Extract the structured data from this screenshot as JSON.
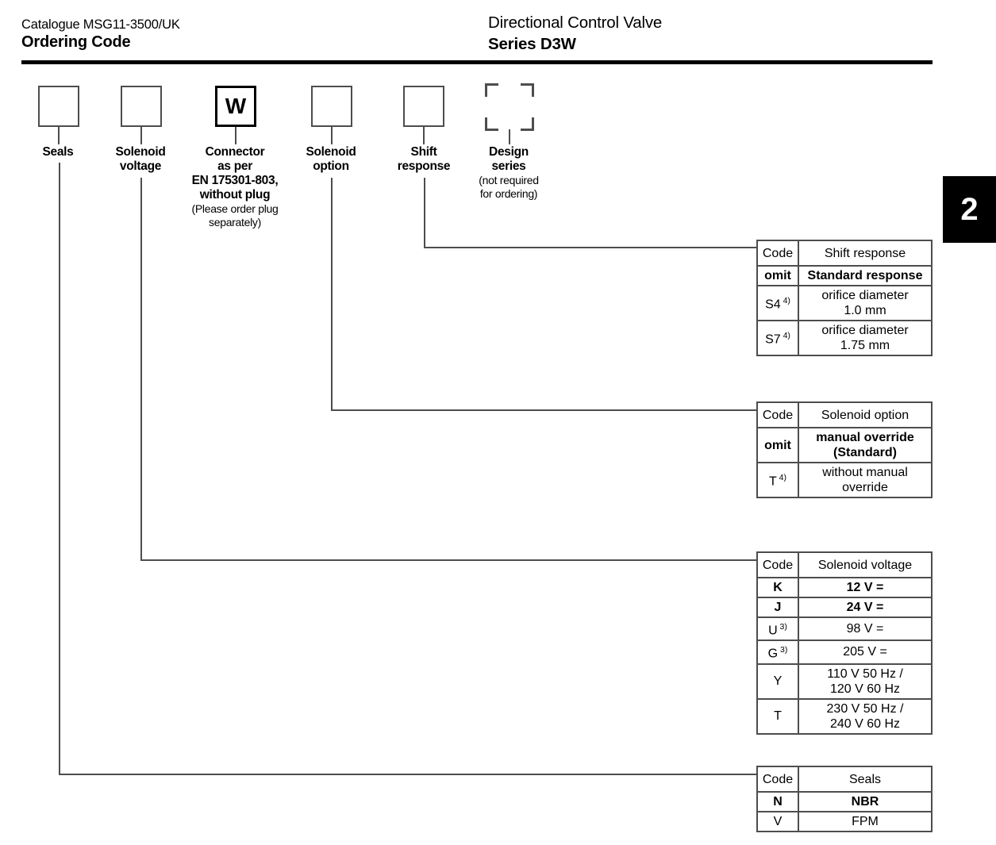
{
  "header": {
    "catalogue": "Catalogue MSG11-3500/UK",
    "title": "Ordering Code",
    "product": "Directional Control Valve",
    "series": "Series D3W"
  },
  "page_marker": "2",
  "code_boxes": [
    {
      "name": "seals",
      "value": ""
    },
    {
      "name": "solenoid-voltage",
      "value": ""
    },
    {
      "name": "connector",
      "value": "W"
    },
    {
      "name": "solenoid-option",
      "value": ""
    },
    {
      "name": "shift-response",
      "value": ""
    },
    {
      "name": "design-series",
      "value": ""
    }
  ],
  "column_labels": {
    "seals": "Seals",
    "solenoid_voltage_l1": "Solenoid",
    "solenoid_voltage_l2": "voltage",
    "connector_l1": "Connector",
    "connector_l2": "as per",
    "connector_l3": "EN 175301-803,",
    "connector_l4": "without plug",
    "connector_note_l1": "(Please order plug",
    "connector_note_l2": "separately)",
    "solenoid_option_l1": "Solenoid",
    "solenoid_option_l2": "option",
    "shift_response_l1": "Shift",
    "shift_response_l2": "response",
    "design_series_l1": "Design",
    "design_series_l2": "series",
    "design_series_note_l1": "(not required",
    "design_series_note_l2": "for ordering)"
  },
  "tables": {
    "shift_response": {
      "headers": [
        "Code",
        "Shift response"
      ],
      "rows": [
        {
          "code": "omit",
          "code_sup": "",
          "desc": "Standard response",
          "bold": true
        },
        {
          "code": "S4",
          "code_sup": "4)",
          "desc": "orifice diameter\n1.0 mm",
          "bold": false
        },
        {
          "code": "S7",
          "code_sup": "4)",
          "desc": "orifice diameter\n1.75 mm",
          "bold": false
        }
      ]
    },
    "solenoid_option": {
      "headers": [
        "Code",
        "Solenoid option"
      ],
      "rows": [
        {
          "code": "omit",
          "code_sup": "",
          "desc": "manual override\n(Standard)",
          "bold": true
        },
        {
          "code": "T",
          "code_sup": "4)",
          "desc": "without manual\noverride",
          "bold": false
        }
      ]
    },
    "solenoid_voltage": {
      "headers": [
        "Code",
        "Solenoid voltage"
      ],
      "rows": [
        {
          "code": "K",
          "code_sup": "",
          "desc": "12 V =",
          "bold": true
        },
        {
          "code": "J",
          "code_sup": "",
          "desc": "24 V =",
          "bold": true
        },
        {
          "code": "U",
          "code_sup": "3)",
          "desc": "98 V =",
          "bold": false
        },
        {
          "code": "G",
          "code_sup": "3)",
          "desc": "205 V =",
          "bold": false
        },
        {
          "code": "Y",
          "code_sup": "",
          "desc": "110 V 50 Hz /\n120 V 60 Hz",
          "bold": false
        },
        {
          "code": "T",
          "code_sup": "",
          "desc": "230 V 50 Hz /\n240 V 60 Hz",
          "bold": false
        }
      ]
    },
    "seals": {
      "headers": [
        "Code",
        "Seals"
      ],
      "rows": [
        {
          "code": "N",
          "code_sup": "",
          "desc": "NBR",
          "bold": true
        },
        {
          "code": "V",
          "code_sup": "",
          "desc": "FPM",
          "bold": false
        }
      ]
    }
  }
}
